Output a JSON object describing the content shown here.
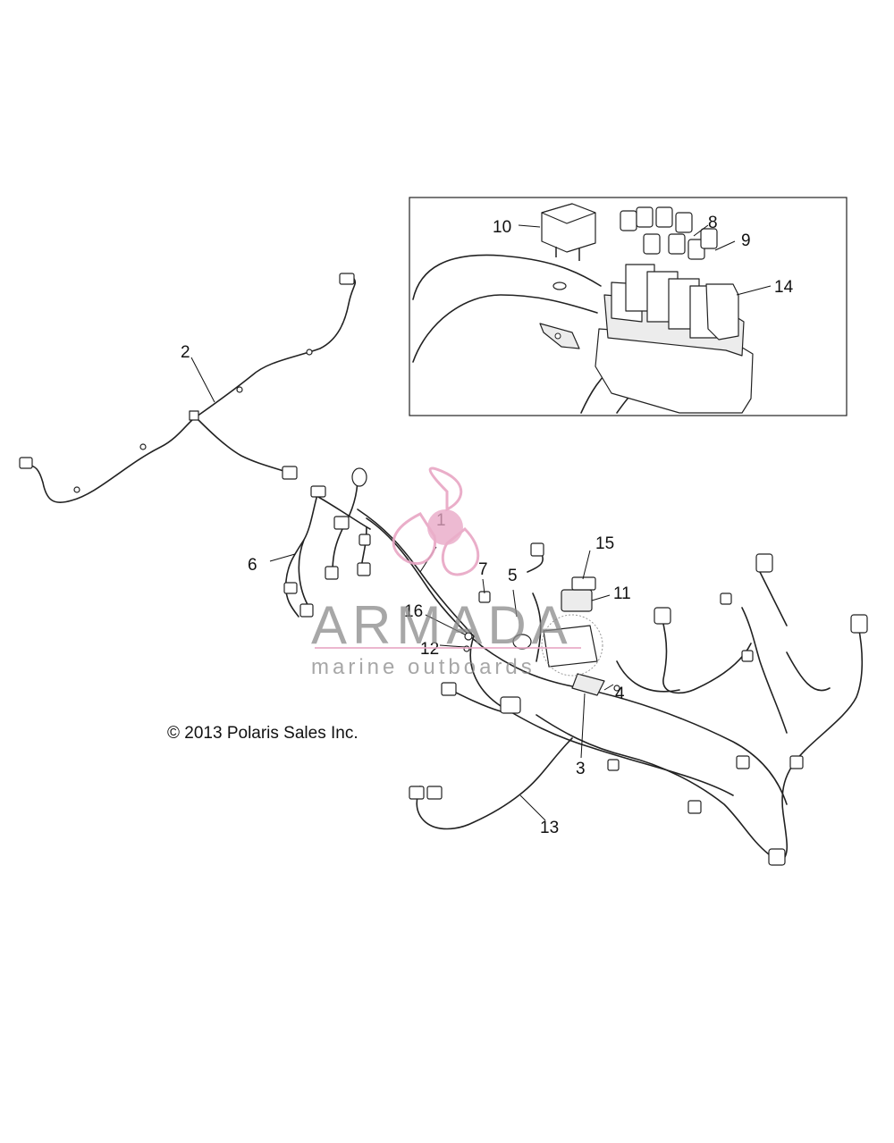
{
  "copyright": "© 2013 Polaris Sales Inc.",
  "watermark": {
    "brand": "ARMADA",
    "tagline": "marine outboards",
    "color_brand": "#8a8a8a",
    "color_accent": "#e8a6c4",
    "icon": "propeller-logo"
  },
  "callouts": {
    "c1": "1",
    "c2": "2",
    "c3": "3",
    "c4": "4",
    "c5": "5",
    "c6": "6",
    "c7": "7",
    "c8": "8",
    "c9": "9",
    "c10": "10",
    "c11": "11",
    "c12": "12",
    "c13": "13",
    "c14": "14",
    "c15": "15",
    "c16": "16"
  }
}
